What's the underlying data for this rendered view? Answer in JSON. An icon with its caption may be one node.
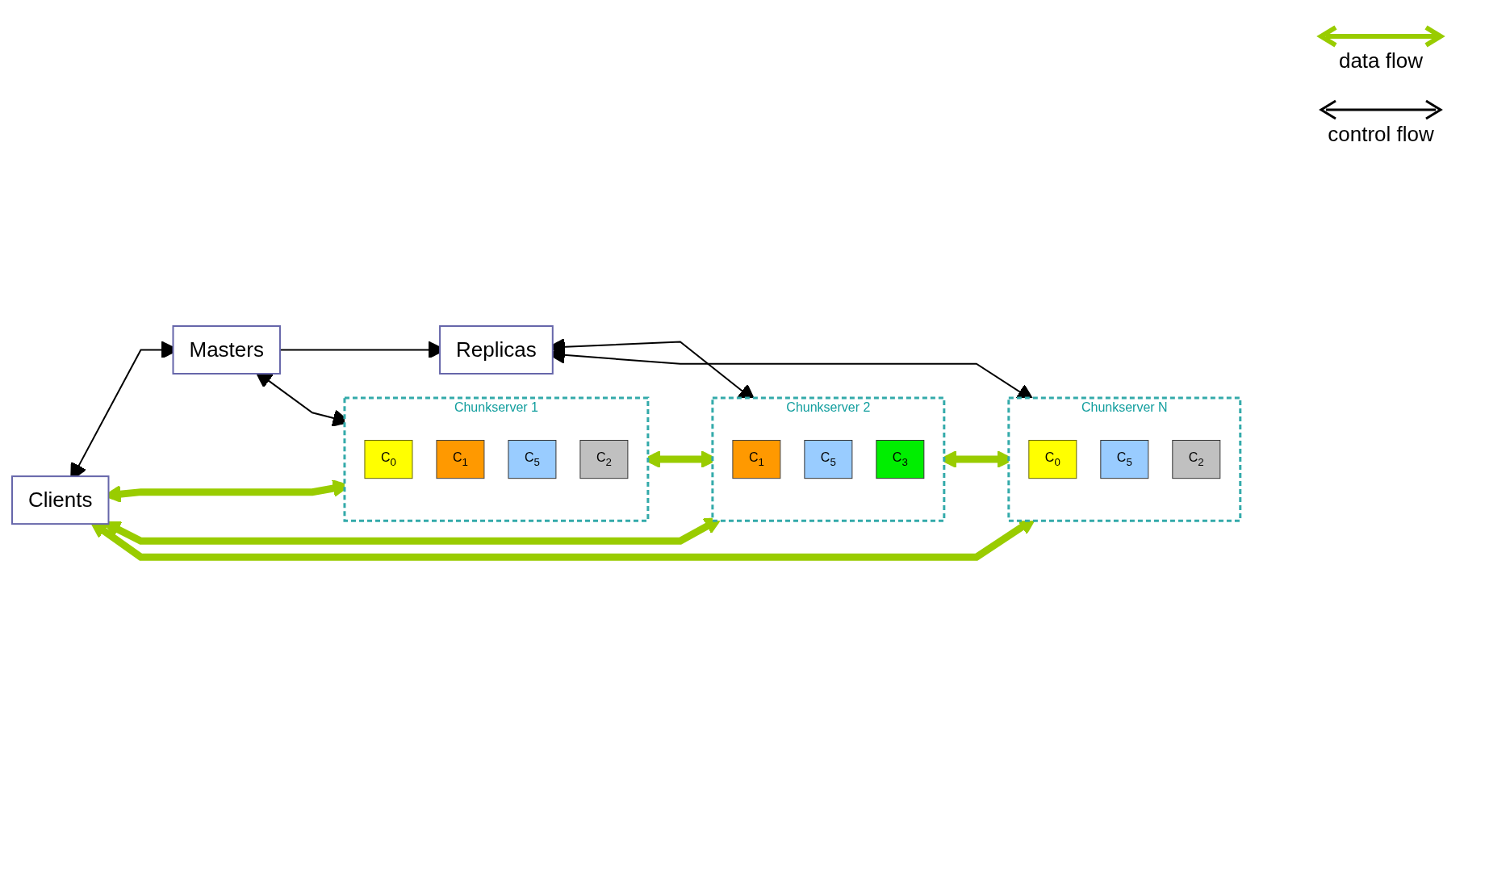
{
  "diagram": {
    "nodes": [
      {
        "text": [
          "Masters"
        ]
      },
      {
        "text": [
          "Replicas"
        ]
      },
      {
        "text": [
          "Clients"
        ]
      },
      {
        "text": [
          "Chunkserver 1"
        ]
      },
      {
        "text": [
          "C$_{0}$"
        ],
        "in": 3
      },
      {
        "text": [
          "C$_{1}$"
        ],
        "in": 3
      },
      {
        "text": [
          "C$_{5}$"
        ],
        "in": 3
      },
      {
        "text": [
          "C$_{2}$"
        ],
        "in": 3
      },
      {
        "text": [
          "Chunkserver 2"
        ]
      },
      {
        "text": [
          "C$_{1}$"
        ],
        "in": 8
      },
      {
        "text": [
          "C$_{5}$"
        ],
        "in": 8
      },
      {
        "text": [
          "C$_{3}$"
        ],
        "in": 8
      },
      {
        "text": [
          "Chunkserver N"
        ]
      },
      {
        "text": [
          "C$_{0}$"
        ],
        "in": 12
      },
      {
        "text": [
          "C$_{5}$"
        ],
        "in": 12
      },
      {
        "text": [
          "C$_{2}$"
        ],
        "in": 12
      }
    ],
    "edges": [
      {
        "from": 2,
        "to": 0,
        "arrow": "both"
      },
      {
        "from": 0,
        "to": 1,
        "arrow": "to"
      },
      {
        "from": 0,
        "to": 3,
        "arrow": "both"
      },
      {
        "from": 1,
        "to": 8,
        "arrow": "both"
      },
      {
        "from": 1,
        "to": 12,
        "arrow": "both"
      },
      {
        "from": 2,
        "to": 3,
        "arrow": "both",
        "style": "thick",
        "color": "#99cc00"
      },
      {
        "from": 2,
        "to": 8,
        "arrow": "both",
        "style": "thick",
        "color": "#99cc00"
      },
      {
        "from": 2,
        "to": 12,
        "arrow": "both",
        "style": "thick",
        "color": "#99cc00"
      },
      {
        "from": 3,
        "to": 8,
        "arrow": "both",
        "style": "thick",
        "color": "#99cc00"
      },
      {
        "from": 8,
        "to": 12,
        "arrow": "both",
        "style": "thick",
        "color": "#99cc00"
      }
    ],
    "legend": [
      {
        "text": "data flow"
      },
      {
        "text": "control flow"
      }
    ]
  }
}
